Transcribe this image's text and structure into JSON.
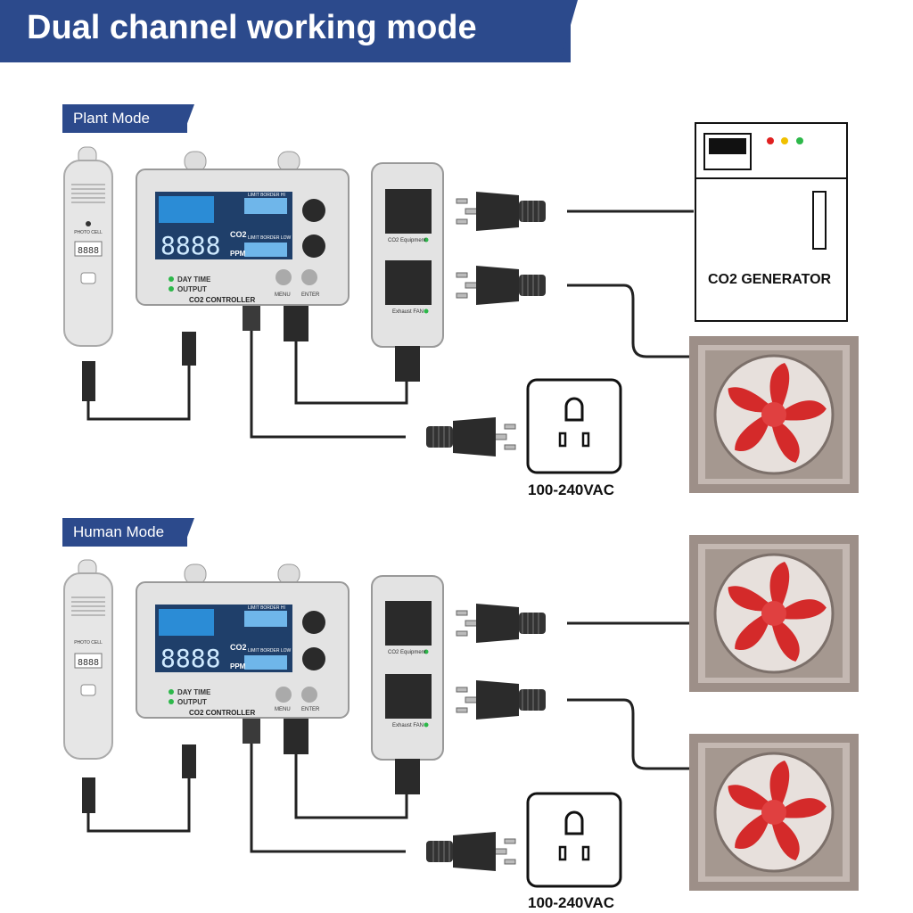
{
  "title": "Dual channel working mode",
  "modes": [
    {
      "label": "Plant Mode",
      "controller": {
        "brand_label": "CO2 CONTROLLER",
        "day_time": "DAY TIME",
        "output": "OUTPUT",
        "menu": "MENU",
        "enter": "ENTER",
        "limit_hi": "LIMIT BORDER HI",
        "limit_low": "LIMIT BORDER LOW",
        "display": "8888",
        "unit_co2": "CO2",
        "unit_ppm": "PPM"
      },
      "sensor": {
        "label": "PHOTO CELL",
        "value": "8888"
      },
      "outlet": {
        "top": "CO2 Equipment",
        "bottom": "Exhaust FAN"
      },
      "top_device": "CO2 GENERATOR",
      "wall_outlet": "100-240VAC"
    },
    {
      "label": "Human Mode",
      "controller": {
        "brand_label": "CO2 CONTROLLER",
        "day_time": "DAY TIME",
        "output": "OUTPUT",
        "menu": "MENU",
        "enter": "ENTER",
        "limit_hi": "LIMIT BORDER HI",
        "limit_low": "LIMIT BORDER LOW",
        "display": "8888",
        "unit_co2": "CO2",
        "unit_ppm": "PPM"
      },
      "sensor": {
        "label": "PHOTO CELL",
        "value": "8888"
      },
      "outlet": {
        "top": "CO2 Equipment",
        "bottom": "Exhaust FAN"
      },
      "wall_outlet": "100-240VAC"
    }
  ],
  "colors": {
    "banner": "#2c4a8c",
    "fan_blade": "#d42a2a",
    "lcd": "#1f6fb0",
    "led": "#2db84a"
  }
}
